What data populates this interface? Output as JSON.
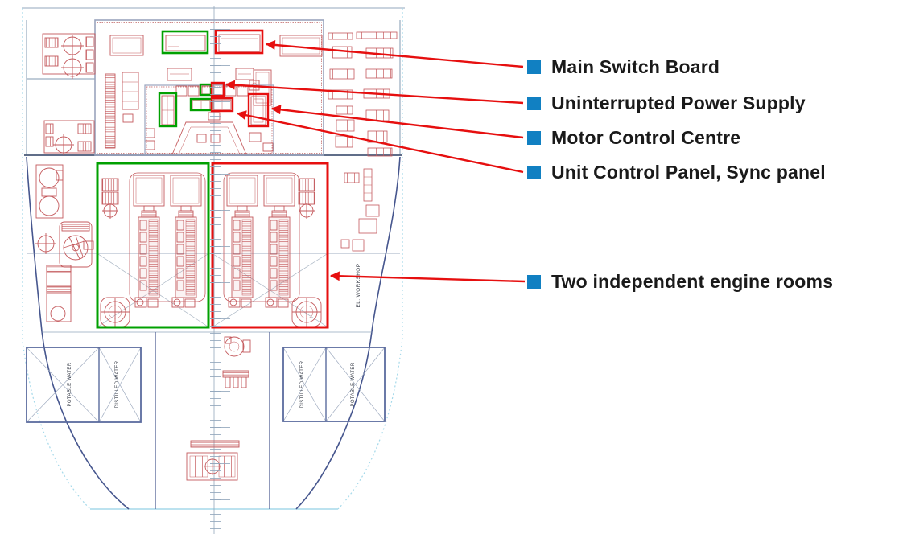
{
  "annotations": [
    {
      "label": "Main Switch Board",
      "bullet_icon": "blue-square",
      "target": "red box on switchboard room, upper deck"
    },
    {
      "label": "Uninterrupted Power Supply",
      "bullet_icon": "blue-square",
      "target": "small red box in control room"
    },
    {
      "label": "Motor Control Centre",
      "bullet_icon": "blue-square",
      "target": "tall red box, starboard side of control room"
    },
    {
      "label": "Unit Control Panel, Sync panel",
      "bullet_icon": "blue-square",
      "target": "wide red box in control room"
    },
    {
      "label": "Two independent engine rooms",
      "bullet_icon": "blue-square",
      "target": "large red box around starboard engine room"
    }
  ],
  "drawing": {
    "description": "ship section / engine room general arrangement CAD drawing",
    "tank_labels": [
      "POTABLE WATER",
      "DISTILLED WATER",
      "DISTILLED WATER",
      "POTABLE WATER"
    ],
    "room_labels": [
      "EL. WORKSHOP"
    ]
  },
  "colors": {
    "annotation_text": "#1a1a1a",
    "bullet_blue": "#1180c2",
    "highlight_red": "#e60f0f",
    "highlight_green": "#00a000",
    "cad_red": "#c4595c",
    "hull_blue": "#46568e",
    "hull_cyan": "#a5d9ea",
    "structure_gray": "#93a7bc"
  }
}
